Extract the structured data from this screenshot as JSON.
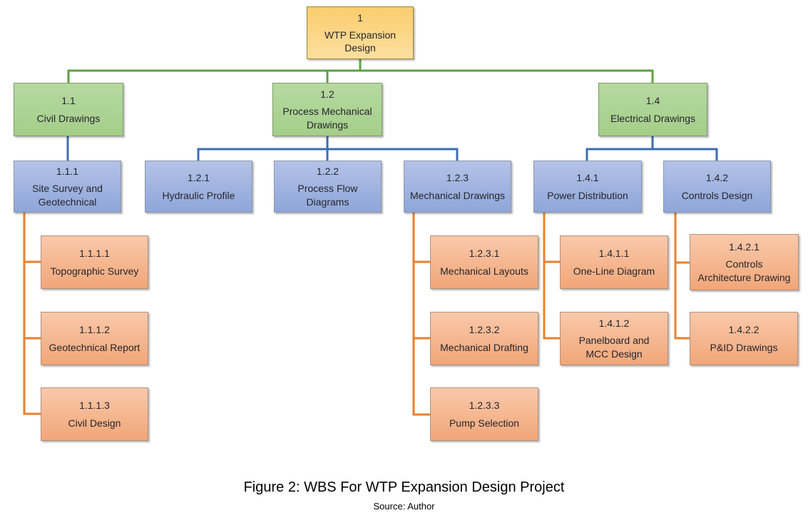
{
  "figure": {
    "caption": "Figure 2: WBS For WTP Expansion Design Project",
    "source": "Source: Author"
  },
  "colors": {
    "connector_green": "#5ba33f",
    "connector_blue": "#3e6cb5",
    "connector_orange": "#e8802d",
    "root_fill": "#fbd37f",
    "level2_fill": "#aad492",
    "level3_fill": "#a2b5e1",
    "level4_fill": "#f5b892"
  },
  "nodes": [
    {
      "id": "1",
      "code": "1",
      "title": "WTP Expansion\nDesign",
      "level": "root"
    },
    {
      "id": "1.1",
      "code": "1.1",
      "title": "Civil Drawings",
      "level": "l2"
    },
    {
      "id": "1.2",
      "code": "1.2",
      "title": "Process Mechanical\nDrawings",
      "level": "l2"
    },
    {
      "id": "1.4",
      "code": "1.4",
      "title": "Electrical Drawings",
      "level": "l2"
    },
    {
      "id": "1.1.1",
      "code": "1.1.1",
      "title": "Site Survey and\nGeotechnical",
      "level": "l3"
    },
    {
      "id": "1.2.1",
      "code": "1.2.1",
      "title": "Hydraulic Profile",
      "level": "l3"
    },
    {
      "id": "1.2.2",
      "code": "1.2.2",
      "title": "Process Flow\nDiagrams",
      "level": "l3"
    },
    {
      "id": "1.2.3",
      "code": "1.2.3",
      "title": "Mechanical Drawings",
      "level": "l3"
    },
    {
      "id": "1.4.1",
      "code": "1.4.1",
      "title": "Power Distribution",
      "level": "l3"
    },
    {
      "id": "1.4.2",
      "code": "1.4.2",
      "title": "Controls Design",
      "level": "l3"
    },
    {
      "id": "1.1.1.1",
      "code": "1.1.1.1",
      "title": "Topographic Survey",
      "level": "l4"
    },
    {
      "id": "1.1.1.2",
      "code": "1.1.1.2",
      "title": "Geotechnical Report",
      "level": "l4"
    },
    {
      "id": "1.1.1.3",
      "code": "1.1.1.3",
      "title": "Civil Design",
      "level": "l4"
    },
    {
      "id": "1.2.3.1",
      "code": "1.2.3.1",
      "title": "Mechanical Layouts",
      "level": "l4"
    },
    {
      "id": "1.2.3.2",
      "code": "1.2.3.2",
      "title": "Mechanical Drafting",
      "level": "l4"
    },
    {
      "id": "1.2.3.3",
      "code": "1.2.3.3",
      "title": "Pump Selection",
      "level": "l4"
    },
    {
      "id": "1.4.1.1",
      "code": "1.4.1.1",
      "title": "One-Line Diagram",
      "level": "l4"
    },
    {
      "id": "1.4.1.2",
      "code": "1.4.1.2",
      "title": "Panelboard and\nMCC Design",
      "level": "l4"
    },
    {
      "id": "1.4.2.1",
      "code": "1.4.2.1",
      "title": "Controls\nArchitecture Drawing",
      "level": "l4"
    },
    {
      "id": "1.4.2.2",
      "code": "1.4.2.2",
      "title": "P&ID Drawings",
      "level": "l4"
    }
  ]
}
